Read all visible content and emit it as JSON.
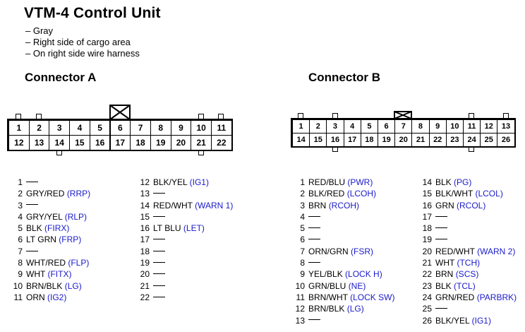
{
  "title": "VTM-4 Control Unit",
  "bullets": [
    "– Gray",
    "– Right side of cargo area",
    "– On right side wire harness"
  ],
  "colors": {
    "code": "#1a1acc"
  },
  "connector_a": {
    "title": "Connector A",
    "row1": [
      "1",
      "2",
      "3",
      "4",
      "5",
      "6",
      "7",
      "8",
      "9",
      "10",
      "11"
    ],
    "row2": [
      "12",
      "13",
      "14",
      "15",
      "16",
      "17",
      "18",
      "19",
      "20",
      "21",
      "22"
    ],
    "pins": [
      {
        "num": "1",
        "wire": "",
        "code": ""
      },
      {
        "num": "2",
        "wire": "GRY/RED",
        "code": "(RRP)"
      },
      {
        "num": "3",
        "wire": "",
        "code": ""
      },
      {
        "num": "4",
        "wire": "GRY/YEL",
        "code": "(RLP)"
      },
      {
        "num": "5",
        "wire": "BLK",
        "code": "(FIRX)"
      },
      {
        "num": "6",
        "wire": "LT GRN",
        "code": "(FRP)"
      },
      {
        "num": "7",
        "wire": "",
        "code": ""
      },
      {
        "num": "8",
        "wire": "WHT/RED",
        "code": "(FLP)"
      },
      {
        "num": "9",
        "wire": "WHT",
        "code": "(FITX)"
      },
      {
        "num": "10",
        "wire": "BRN/BLK",
        "code": "(LG)"
      },
      {
        "num": "11",
        "wire": "ORN",
        "code": "(IG2)"
      },
      {
        "num": "12",
        "wire": "BLK/YEL",
        "code": "(IG1)"
      },
      {
        "num": "13",
        "wire": "",
        "code": ""
      },
      {
        "num": "14",
        "wire": "RED/WHT",
        "code": "(WARN 1)"
      },
      {
        "num": "15",
        "wire": "",
        "code": ""
      },
      {
        "num": "16",
        "wire": "LT BLU",
        "code": "(LET)"
      },
      {
        "num": "17",
        "wire": "",
        "code": ""
      },
      {
        "num": "18",
        "wire": "",
        "code": ""
      },
      {
        "num": "19",
        "wire": "",
        "code": ""
      },
      {
        "num": "20",
        "wire": "",
        "code": ""
      },
      {
        "num": "21",
        "wire": "",
        "code": ""
      },
      {
        "num": "22",
        "wire": "",
        "code": ""
      }
    ]
  },
  "connector_b": {
    "title": "Connector B",
    "row1": [
      "1",
      "2",
      "3",
      "4",
      "5",
      "6",
      "7",
      "8",
      "9",
      "10",
      "11",
      "12",
      "13"
    ],
    "row2": [
      "14",
      "15",
      "16",
      "17",
      "18",
      "19",
      "20",
      "21",
      "22",
      "23",
      "24",
      "25",
      "26"
    ],
    "pins": [
      {
        "num": "1",
        "wire": "RED/BLU",
        "code": "(PWR)"
      },
      {
        "num": "2",
        "wire": "BLK/RED",
        "code": "(LCOH)"
      },
      {
        "num": "3",
        "wire": "BRN",
        "code": "(RCOH)"
      },
      {
        "num": "4",
        "wire": "",
        "code": ""
      },
      {
        "num": "5",
        "wire": "",
        "code": ""
      },
      {
        "num": "6",
        "wire": "",
        "code": ""
      },
      {
        "num": "7",
        "wire": "ORN/GRN",
        "code": "(FSR)"
      },
      {
        "num": "8",
        "wire": "",
        "code": ""
      },
      {
        "num": "9",
        "wire": "YEL/BLK",
        "code": "(LOCK H)"
      },
      {
        "num": "10",
        "wire": "GRN/BLU",
        "code": "(NE)"
      },
      {
        "num": "11",
        "wire": "BRN/WHT",
        "code": "(LOCK SW)"
      },
      {
        "num": "12",
        "wire": "BRN/BLK",
        "code": "(LG)"
      },
      {
        "num": "13",
        "wire": "",
        "code": ""
      },
      {
        "num": "14",
        "wire": "BLK",
        "code": "(PG)"
      },
      {
        "num": "15",
        "wire": "BLK/WHT",
        "code": "(LCOL)"
      },
      {
        "num": "16",
        "wire": "GRN",
        "code": "(RCOL)"
      },
      {
        "num": "17",
        "wire": "",
        "code": ""
      },
      {
        "num": "18",
        "wire": "",
        "code": ""
      },
      {
        "num": "19",
        "wire": "",
        "code": ""
      },
      {
        "num": "20",
        "wire": "RED/WHT",
        "code": "(WARN 2)"
      },
      {
        "num": "21",
        "wire": "WHT",
        "code": "(TCH)"
      },
      {
        "num": "22",
        "wire": "BRN",
        "code": "(SCS)"
      },
      {
        "num": "23",
        "wire": "BLK",
        "code": "(TCL)"
      },
      {
        "num": "24",
        "wire": "GRN/RED",
        "code": "(PARBRK)"
      },
      {
        "num": "25",
        "wire": "",
        "code": ""
      },
      {
        "num": "26",
        "wire": "BLK/YEL",
        "code": "(IG1)"
      }
    ]
  }
}
